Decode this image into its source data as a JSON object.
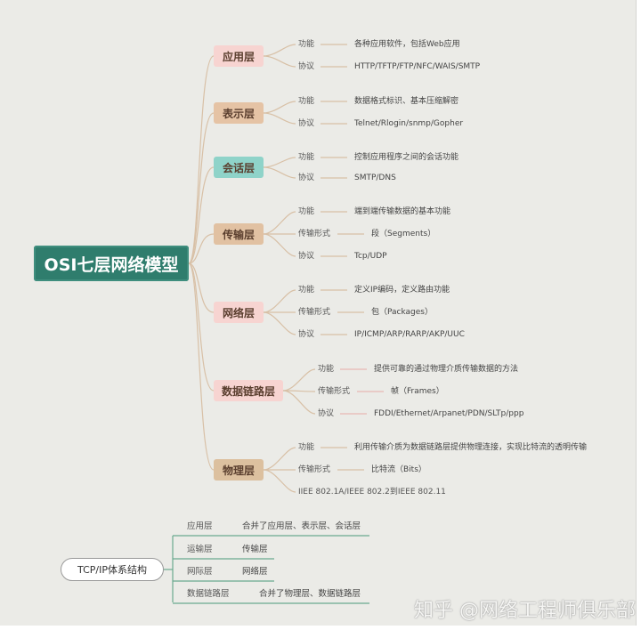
{
  "root": {
    "title": "OSI七层网络模型",
    "color": "#2f7d6d"
  },
  "layers": [
    {
      "name": "应用层",
      "color": "#f7d4d1",
      "items": [
        {
          "label": "功能",
          "value": "各种应用软件，包括Web应用"
        },
        {
          "label": "协议",
          "value": "HTTP/TFTP/FTP/NFC/WAIS/SMTP"
        }
      ]
    },
    {
      "name": "表示层",
      "color": "#e5c3a5",
      "items": [
        {
          "label": "功能",
          "value": "数据格式标识、基本压缩解密"
        },
        {
          "label": "协议",
          "value": "Telnet/Rlogin/snmp/Gopher"
        }
      ]
    },
    {
      "name": "会话层",
      "color": "#8fd3c9",
      "items": [
        {
          "label": "功能",
          "value": "控制应用程序之间的会话功能"
        },
        {
          "label": "协议",
          "value": "SMTP/DNS"
        }
      ]
    },
    {
      "name": "传输层",
      "color": "#e1c1a2",
      "items": [
        {
          "label": "功能",
          "value": "端到端传输数据的基本功能"
        },
        {
          "label": "传输形式",
          "value": "段（Segments）"
        },
        {
          "label": "协议",
          "value": "Tcp/UDP"
        }
      ]
    },
    {
      "name": "网络层",
      "color": "#f7d4d1",
      "items": [
        {
          "label": "功能",
          "value": "定义IP编码，定义路由功能"
        },
        {
          "label": "传输形式",
          "value": "包（Packages）"
        },
        {
          "label": "协议",
          "value": "IP/ICMP/ARP/RARP/AKP/UUC"
        }
      ]
    },
    {
      "name": "数据链路层",
      "color": "#f7d4d1",
      "items": [
        {
          "label": "功能",
          "value": "提供可靠的通过物理介质传输数据的方法"
        },
        {
          "label": "传输形式",
          "value": "帧（Frames）"
        },
        {
          "label": "协议",
          "value": "FDDI/Ethernet/Arpanet/PDN/SLTp/ppp"
        }
      ]
    },
    {
      "name": "物理层",
      "color": "#dcc09f",
      "items": [
        {
          "label": "功能",
          "value": "利用传输介质为数据链路层提供物理连接，实现比特流的透明传输"
        },
        {
          "label": "传输形式",
          "value": "比特流（Bits）"
        },
        {
          "label": "IIEE 802.1A/IEEE 802.2到IEEE 802.11",
          "value": ""
        }
      ]
    }
  ],
  "tcpip": {
    "title": "TCP/IP体系结构",
    "line_color": "#6aa98f",
    "items": [
      {
        "label": "应用层",
        "value": "合并了应用层、表示层、会话层"
      },
      {
        "label": "运输层",
        "value": "传输层"
      },
      {
        "label": "网际层",
        "value": "网络层"
      },
      {
        "label": "数据链路层",
        "value": "合并了物理层、数据链路层"
      }
    ]
  },
  "watermark": "知乎 @网络工程师俱乐部"
}
